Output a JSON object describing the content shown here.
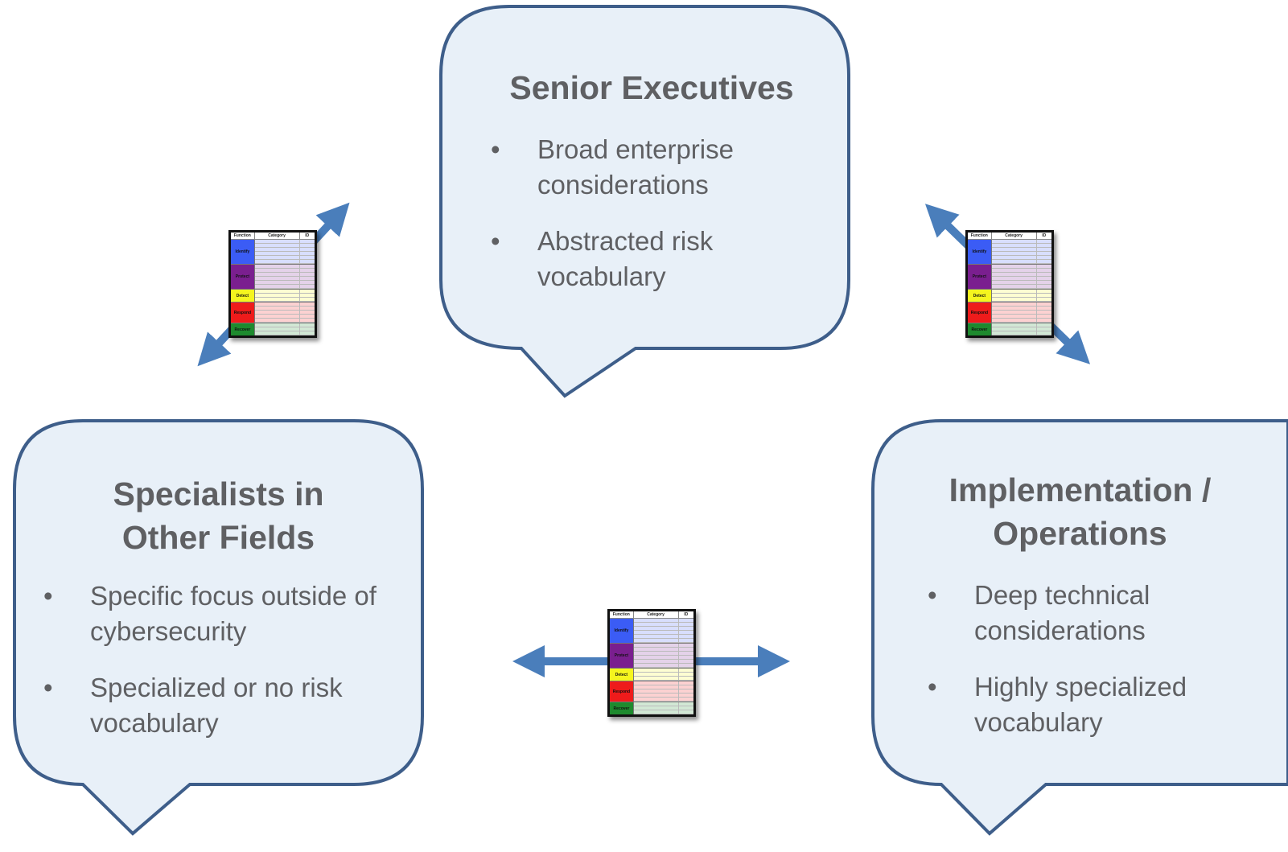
{
  "colors": {
    "bubble_fill": "#e8f0f8",
    "bubble_stroke": "#3e5e8a",
    "arrow": "#4a7ebb",
    "text": "#5f6063"
  },
  "bubbles": {
    "senior": {
      "title": "Senior Executives",
      "points": [
        "Broad enterprise considerations",
        "Abstracted risk vocabulary"
      ]
    },
    "specialists": {
      "title_line1": "Specialists in",
      "title_line2": "Other Fields",
      "points": [
        "Specific focus outside of cybersecurity",
        "Specialized or no risk vocabulary"
      ]
    },
    "implementation": {
      "title_line1": "Implementation /",
      "title_line2": "Operations",
      "points": [
        "Deep technical considerations",
        "Highly specialized vocabulary"
      ]
    }
  },
  "table_thumbnail": {
    "headers": [
      "Function",
      "Category",
      "ID"
    ],
    "functions": [
      {
        "name": "Identify",
        "color": "#3b5cf5",
        "rows": 6
      },
      {
        "name": "Protect",
        "color": "#7a1f8f",
        "rows": 6
      },
      {
        "name": "Detect",
        "color": "#f5f51e",
        "rows": 3
      },
      {
        "name": "Respond",
        "color": "#ee1b1b",
        "rows": 5
      },
      {
        "name": "Recover",
        "color": "#1e8a2e",
        "rows": 3
      }
    ]
  }
}
